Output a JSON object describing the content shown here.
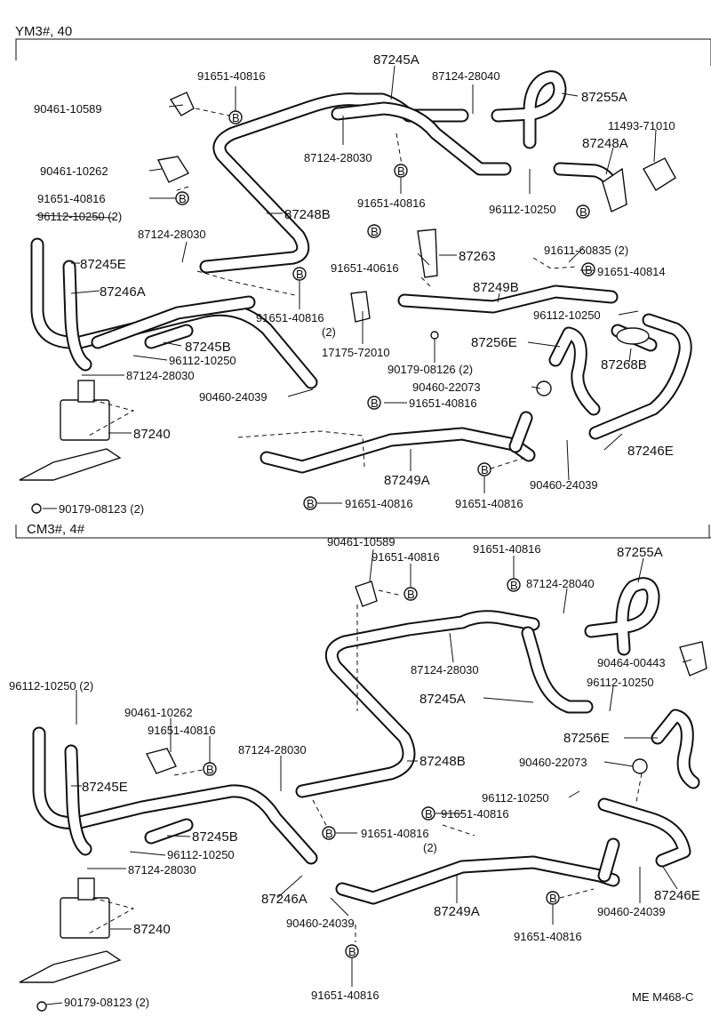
{
  "sections": [
    {
      "title": "YM3#, 40"
    },
    {
      "title": "CM3#, 4#"
    }
  ],
  "bolt_symbol": "B",
  "footer_code": "ME  M468-C",
  "labels_top": [
    "91651-40816",
    "90461-10589",
    "87245A",
    "87124-28040",
    "87255A",
    "11493-71010",
    "87248A",
    "87124-28030",
    "90461-10262",
    "91651-40816",
    "91651-40816",
    "96112-10250",
    "96112-10250 (2)",
    "87248B",
    "87124-28030",
    "87245E",
    "91651-40616",
    "87263",
    "91611-60835 (2)",
    "91651-40814",
    "87246A",
    "91651-40816",
    "(2)",
    "87249B",
    "96112-10250",
    "87256E",
    "87245B",
    "96112-10250",
    "17175-72010",
    "90179-08126 (2)",
    "87268B",
    "87124-28030",
    "90460-22073",
    "90460-24039",
    "91651-40816",
    "87240",
    "87246E",
    "87249A",
    "90460-24039",
    "90179-08123 (2)",
    "91651-40816",
    "91651-40816"
  ],
  "labels_bottom": [
    "90461-10589",
    "91651-40816",
    "91651-40816",
    "87255A",
    "87124-28040",
    "87124-28030",
    "90464-00443",
    "87245A",
    "96112-10250 (2)",
    "96112-10250",
    "90461-10262",
    "87256E",
    "91651-40816",
    "87124-28030",
    "90460-22073",
    "87248B",
    "87245E",
    "96112-10250",
    "91651-40816",
    "87245B",
    "91651-40816",
    "(2)",
    "96112-10250",
    "87124-28030",
    "87246A",
    "90460-24039",
    "87249A",
    "87246E",
    "87240",
    "90460-24039",
    "91651-40816",
    "90179-08123 (2)",
    "91651-40816"
  ]
}
